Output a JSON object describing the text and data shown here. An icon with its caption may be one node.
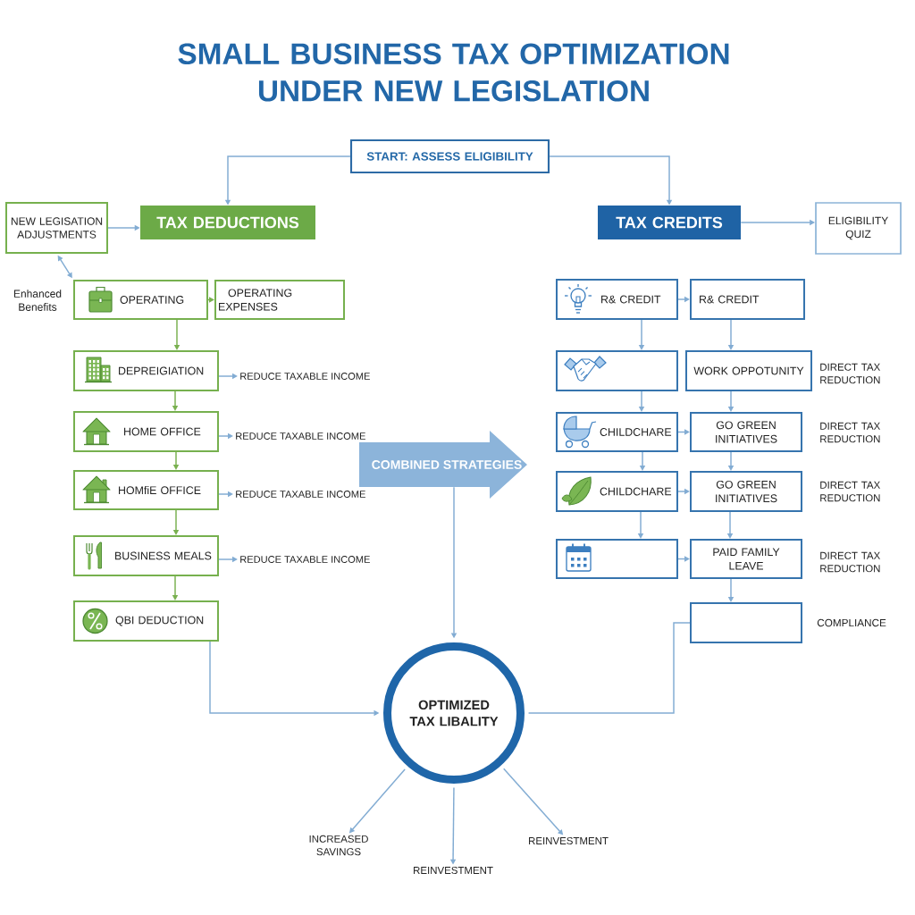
{
  "diagram": {
    "title": "SMALL BUSINESS TAX OPTIMIZATION UNDER NEW LEGISLATION",
    "nodes": [
      {
        "text": [
          "START: ASSESS ELIGIBILITY"
        ]
      },
      {
        "text": [
          "NEW LEGISATION ADJUSTMENTS"
        ]
      },
      {
        "text": [
          "TAX DEDUCTIONS"
        ]
      },
      {
        "text": [
          "TAX CREDITS"
        ]
      },
      {
        "text": [
          "ELIGIBILITY QUIZ"
        ]
      },
      {
        "text": [
          "OPERATING"
        ],
        "beside": [
          "Enhanced Benefits"
        ]
      },
      {
        "text": [
          "OPERATING EXPENSES"
        ]
      },
      {
        "text": [
          "DEPREIGIATION"
        ]
      },
      {
        "text": [
          "REDUCE TAXABLE INCOME"
        ]
      },
      {
        "text": [
          "HOME OFFICE"
        ]
      },
      {
        "text": [
          "REDUCE TAXABLE INCOME"
        ]
      },
      {
        "text": [
          "HOMfiE OFFICE"
        ]
      },
      {
        "text": [
          "REDUCE TAXABLE INCOME"
        ]
      },
      {
        "text": [
          "BUSINESS MEALS"
        ]
      },
      {
        "text": [
          "REDUCE TAXABLE INCOME"
        ]
      },
      {
        "text": [
          "QBI DEDUCTION"
        ]
      },
      {
        "text": [
          "COMBINED STRATEGIES"
        ]
      },
      {
        "text": [
          "R& CREDIT"
        ]
      },
      {
        "text": [
          "R& CREDIT"
        ]
      },
      {
        "text": [],
        "shape": "box"
      },
      {
        "text": [
          "WORK OPPOTUNITY"
        ],
        "beside": [
          "DIRECT TAX REDUCTION"
        ]
      },
      {
        "text": [
          "CHILDCHARE"
        ]
      },
      {
        "text": [
          "GO GREEN INITIATIVES"
        ],
        "beside": [
          "DIRECT TAX REDUCTION"
        ]
      },
      {
        "text": [
          "CHILDCHARE"
        ]
      },
      {
        "text": [
          "GO GREEN INITIATIVES"
        ],
        "beside": [
          "DIRECT TAX REDUCTION"
        ]
      },
      {
        "text": [],
        "shape": "box"
      },
      {
        "text": [
          "PAID FAMILY LEAVE"
        ],
        "beside": [
          "DIRECT TAX REDUCTION"
        ]
      },
      {
        "text": [],
        "shape": "box",
        "beside": [
          "COMPLIANCE"
        ]
      },
      {
        "text": [
          "OPTIMIZED TAX LIBALITY"
        ]
      },
      {
        "text": [
          "INCREASED SAVINGS"
        ]
      },
      {
        "text": [
          "REINVESTMENT"
        ]
      },
      {
        "text": [
          "REINVESTMENT"
        ]
      }
    ],
    "edges": [
      {
        "from": 0,
        "to": 2,
        "arrow": "to"
      },
      {
        "from": 0,
        "to": 3,
        "arrow": "to"
      },
      {
        "from": 1,
        "to": 2,
        "arrow": "to"
      },
      {
        "from": 1,
        "to": 5,
        "arrow": "both"
      },
      {
        "from": 3,
        "to": 4,
        "arrow": "to"
      },
      {
        "from": 5,
        "to": 6,
        "arrow": "to",
        "color": "#79b04f"
      },
      {
        "from": 5,
        "to": 7,
        "arrow": "to",
        "color": "#79b04f"
      },
      {
        "from": 7,
        "to": 8,
        "arrow": "to"
      },
      {
        "from": 7,
        "to": 9,
        "arrow": "to",
        "color": "#79b04f"
      },
      {
        "from": 9,
        "to": 10,
        "arrow": "to"
      },
      {
        "from": 9,
        "to": 11,
        "arrow": "to",
        "color": "#79b04f"
      },
      {
        "from": 11,
        "to": 12,
        "arrow": "to"
      },
      {
        "from": 11,
        "to": 13,
        "arrow": "to",
        "color": "#79b04f"
      },
      {
        "from": 13,
        "to": 14,
        "arrow": "to"
      },
      {
        "from": 13,
        "to": 15,
        "arrow": "to",
        "color": "#79b04f"
      },
      {
        "from": 15,
        "to": 28,
        "arrow": "to"
      },
      {
        "from": 16,
        "to": 28,
        "arrow": "to"
      },
      {
        "from": 17,
        "to": 18,
        "arrow": "to"
      },
      {
        "from": 17,
        "to": 19,
        "arrow": "to"
      },
      {
        "from": 18,
        "to": 20,
        "arrow": "to"
      },
      {
        "from": 19,
        "to": 21,
        "arrow": "to"
      },
      {
        "from": 20,
        "to": 22,
        "arrow": "to"
      },
      {
        "from": 21,
        "to": 22,
        "arrow": "to"
      },
      {
        "from": 21,
        "to": 23,
        "arrow": "to"
      },
      {
        "from": 22,
        "to": 24,
        "arrow": "to"
      },
      {
        "from": 23,
        "to": 24,
        "arrow": "to"
      },
      {
        "from": 23,
        "to": 25,
        "arrow": "to"
      },
      {
        "from": 24,
        "to": 26,
        "arrow": "to"
      },
      {
        "from": 25,
        "to": 26,
        "arrow": "to"
      },
      {
        "from": 26,
        "to": 27,
        "arrow": "to"
      },
      {
        "from": 27,
        "to": 28,
        "arrow": "none"
      },
      {
        "from": 28,
        "to": 29,
        "arrow": "to"
      },
      {
        "from": 28,
        "to": 30,
        "arrow": "to"
      },
      {
        "from": 28,
        "to": 31,
        "arrow": "to"
      }
    ]
  }
}
